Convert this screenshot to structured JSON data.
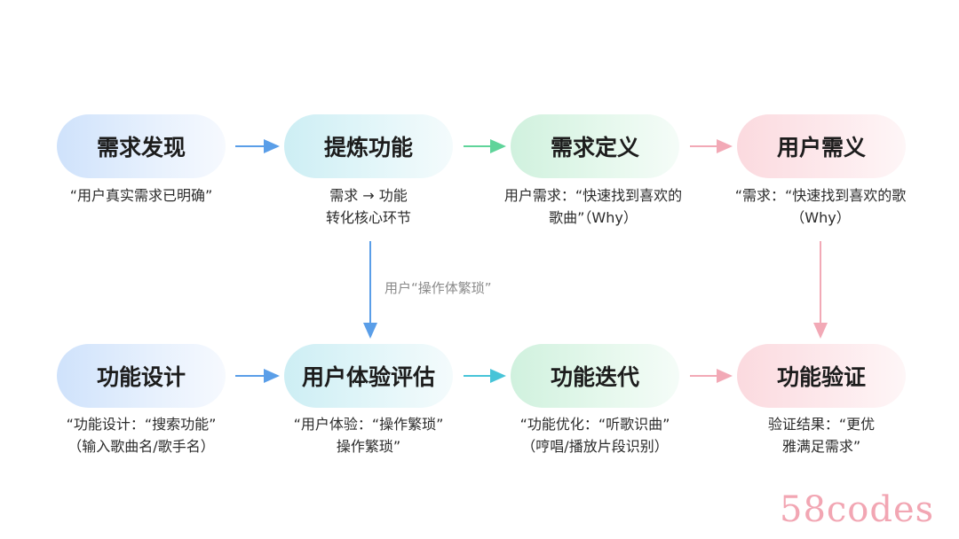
{
  "top_row": [
    {
      "label": "需求发现",
      "caption": [
        "“用户真实需求已明确”"
      ]
    },
    {
      "label": "提炼功能",
      "caption": [
        "需求 → 功能",
        "转化核心环节"
      ]
    },
    {
      "label": "需求定义",
      "caption": [
        "用户需求：“快速找到喜欢的",
        "歌曲”（Why）"
      ]
    },
    {
      "label": "用户需义",
      "caption": [
        "“需求：“快速找到喜欢的歌",
        "（Why）"
      ]
    }
  ],
  "bottom_row": [
    {
      "label": "功能设计",
      "caption": [
        "“功能设计：“搜索功能”",
        "（输入歌曲名/歌手名）"
      ]
    },
    {
      "label": "用户体验评估",
      "caption": [
        "“用户体验：“操作繁琐”",
        "操作繁琐”"
      ]
    },
    {
      "label": "功能迭代",
      "caption": [
        "“功能优化：“听歌识曲”",
        "（哼唱/播放片段识别）"
      ]
    },
    {
      "label": "功能验证",
      "caption": [
        "验证结果：“更优",
        "雅满足需求”"
      ]
    }
  ],
  "connector_label": "用户“操作体繁琐”",
  "watermark": "58codes",
  "colors": {
    "blue": "#5a9ee8",
    "cyan": "#47c4d8",
    "green": "#5fd49a",
    "pink": "#f2a9b6"
  }
}
